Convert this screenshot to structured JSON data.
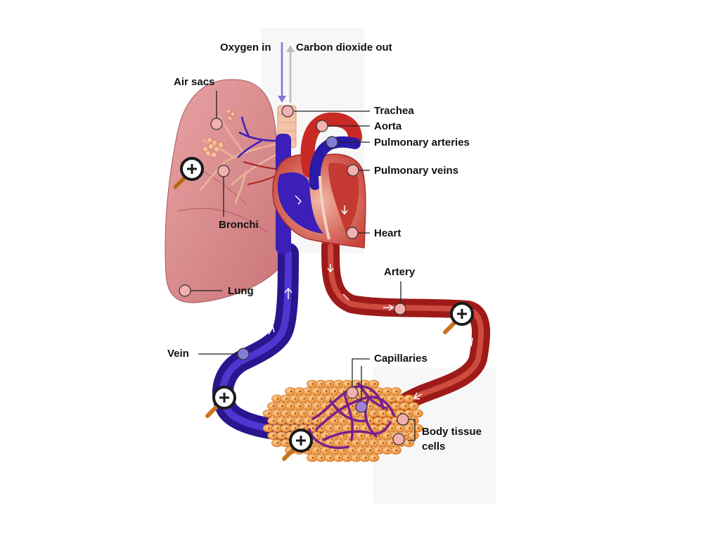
{
  "labels": {
    "oxygen_in": "Oxygen in",
    "co2_out": "Carbon dioxide out",
    "air_sacs": "Air sacs",
    "trachea": "Trachea",
    "aorta": "Aorta",
    "pulmonary_arteries": "Pulmonary arteries",
    "pulmonary_veins": "Pulmonary veins",
    "bronchi": "Bronchi",
    "heart": "Heart",
    "artery": "Artery",
    "lung": "Lung",
    "vein": "Vein",
    "capillaries": "Capillaries",
    "body_tissue_cells": "Body tissue cells"
  },
  "colors": {
    "deoxygenated": "#3b1fb8",
    "oxygenated": "#b3201f",
    "lung": "#d98a8c",
    "tissue": "#f0a64a",
    "trachea": "#f5c4a8",
    "marker_fill": "#f2b0ae",
    "marker_blue": "#7f7fd6",
    "magnifier": "#1a1a1a",
    "magnifier_handle": "#c9741b"
  },
  "icons": {
    "zoom": "magnifier-plus-icon"
  }
}
